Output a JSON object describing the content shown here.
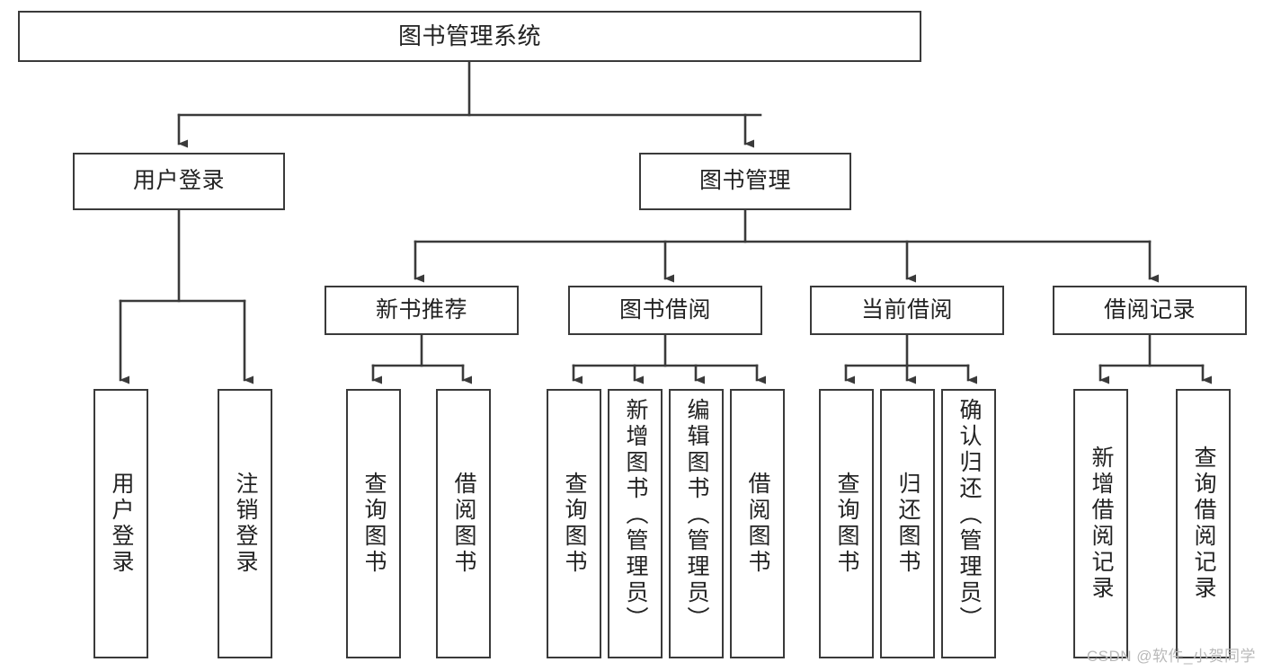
{
  "diagram": {
    "type": "tree",
    "title": "图书管理系统",
    "watermark": "CSDN @软件_小贺同学",
    "colors": {
      "box_border": "#3a3a3a",
      "box_fill": "#ffffff",
      "connector": "#3a3a3a",
      "text": "#222222",
      "watermark": "#b9b9b9"
    },
    "nodes": {
      "root": {
        "label": "图书管理系统"
      },
      "level2": [
        {
          "label": "用户登录"
        },
        {
          "label": "图书管理"
        }
      ],
      "level3": [
        {
          "label": "新书推荐"
        },
        {
          "label": "图书借阅"
        },
        {
          "label": "当前借阅"
        },
        {
          "label": "借阅记录"
        }
      ],
      "leaves": {
        "user_login": [
          {
            "label": "用户登录"
          },
          {
            "label": "注销登录"
          }
        ],
        "new_book_recommend": [
          {
            "label": "查询图书"
          },
          {
            "label": "借阅图书"
          }
        ],
        "book_borrow": [
          {
            "label": "查询图书"
          },
          {
            "label": "新增图书（管理员）"
          },
          {
            "label": "编辑图书（管理员）"
          },
          {
            "label": "借阅图书"
          }
        ],
        "current_borrow": [
          {
            "label": "查询图书"
          },
          {
            "label": "归还图书"
          },
          {
            "label": "确认归还（管理员）"
          }
        ],
        "borrow_record": [
          {
            "label": "新增借阅记录"
          },
          {
            "label": "查询借阅记录"
          }
        ]
      }
    }
  }
}
